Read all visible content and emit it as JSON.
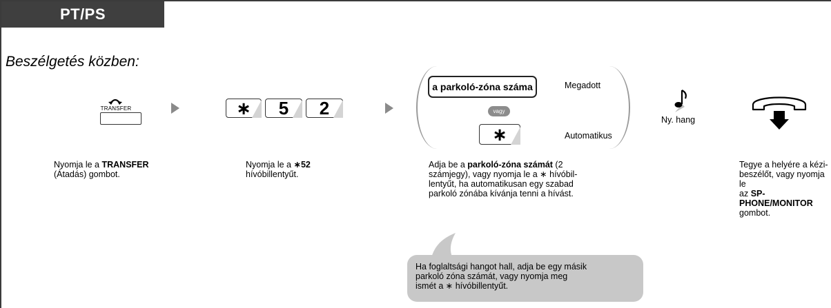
{
  "header": {
    "tab_label": "PT/PS"
  },
  "context_text": "Beszélgetés közben:",
  "steps": [
    {
      "button_label": "TRANSFER",
      "desc_parts": [
        "Nyomja le a ",
        "TRANSFER",
        "(Átadás) gombot."
      ]
    },
    {
      "keys": [
        "∗",
        "5",
        "2"
      ],
      "desc_parts": [
        "Nyomja le a ",
        "∗52",
        "hívóbillentyűt."
      ]
    },
    {
      "option_specified_key": "a parkoló-zóna száma",
      "option_specified_label": "Megadott",
      "or_label": "vagy",
      "option_auto_key": "∗",
      "option_auto_label": "Automatikus",
      "desc_parts": [
        "Adja be a ",
        "parkoló-zóna számát",
        " (2",
        "számjegy), vagy nyomja le a ∗ hívóbil-",
        "lentyűt, ha automatikusan egy szabad",
        "parkoló zónába kívánja tenni a hívást."
      ]
    },
    {
      "tone_label": "Ny. hang"
    },
    {
      "desc_parts": [
        "Tegye a helyére a kézi-",
        "beszélőt, vagy nyomja le",
        "az ",
        "SP-PHONE/MONITOR",
        "gombot."
      ]
    }
  ],
  "note": {
    "lines": [
      "Ha foglaltsági hangot hall, adja be egy másik",
      "parkoló zóna számát, vagy nyomja meg",
      "ismét a ∗ hívóbillentyűt."
    ]
  },
  "colors": {
    "tab_bg": "#3f3f3f",
    "arrow": "#8a8a8a",
    "bubble": "#c8c8c8",
    "key_shadow": "#d4d4d4"
  },
  "icons": [
    "transfer-icon",
    "music-note-icon",
    "hang-up-handset-icon",
    "play-arrow-icon"
  ]
}
